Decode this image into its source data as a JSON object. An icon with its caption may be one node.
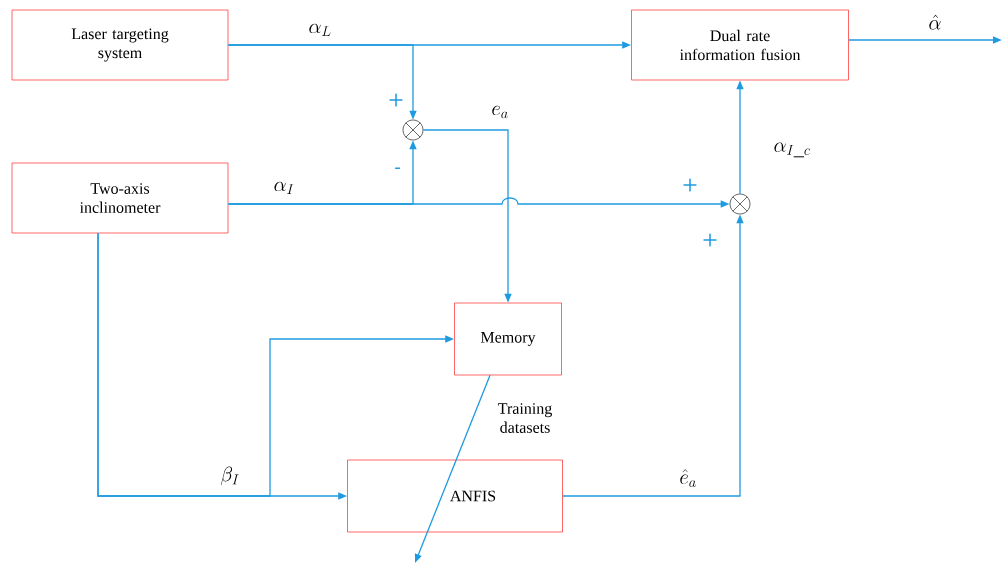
{
  "diagram": {
    "nodes": [
      {
        "text": [
          "Laser targeting system"
        ]
      },
      {
        "text": [
          "Two-axis inclinometer"
        ]
      },
      {
        "text": [
          "Dual rate information fusion"
        ]
      },
      {
        "text": [
          "Memory"
        ]
      },
      {
        "text": [
          "ANFIS"
        ]
      },
      {
        "text": [],
        "shape": "circle"
      },
      {
        "text": [],
        "shape": "circle"
      }
    ],
    "edges": [
      {
        "from": 0,
        "to": 2,
        "arrow": "to",
        "label": "\\alpha_L"
      },
      {
        "from": 0,
        "to": 5,
        "arrow": "to"
      },
      {
        "from": 1,
        "to": 6,
        "arrow": "to",
        "label": "\\alpha_I"
      },
      {
        "from": 1,
        "to": 5,
        "arrow": "to"
      },
      {
        "from": 5,
        "to": 3,
        "arrow": "to",
        "label": "e_a"
      },
      {
        "from": 1,
        "to": 4,
        "arrow": "to",
        "label": "\\beta_I"
      },
      {
        "from": 1,
        "to": 3,
        "arrow": "to"
      },
      {
        "from": 4,
        "to": 6,
        "arrow": "to",
        "label": "\\hat{e}_a"
      },
      {
        "from": 6,
        "to": 2,
        "arrow": "to",
        "label": "\\alpha_{I\\_c}"
      },
      {
        "from": 2,
        "to": null,
        "arrow": "to",
        "label": "\\hat{\\alpha}"
      },
      {
        "from": 3,
        "to": null,
        "arrow": "to",
        "label": "Training datasets"
      }
    ],
    "labels": [
      "+",
      "-",
      "+",
      "+"
    ]
  }
}
